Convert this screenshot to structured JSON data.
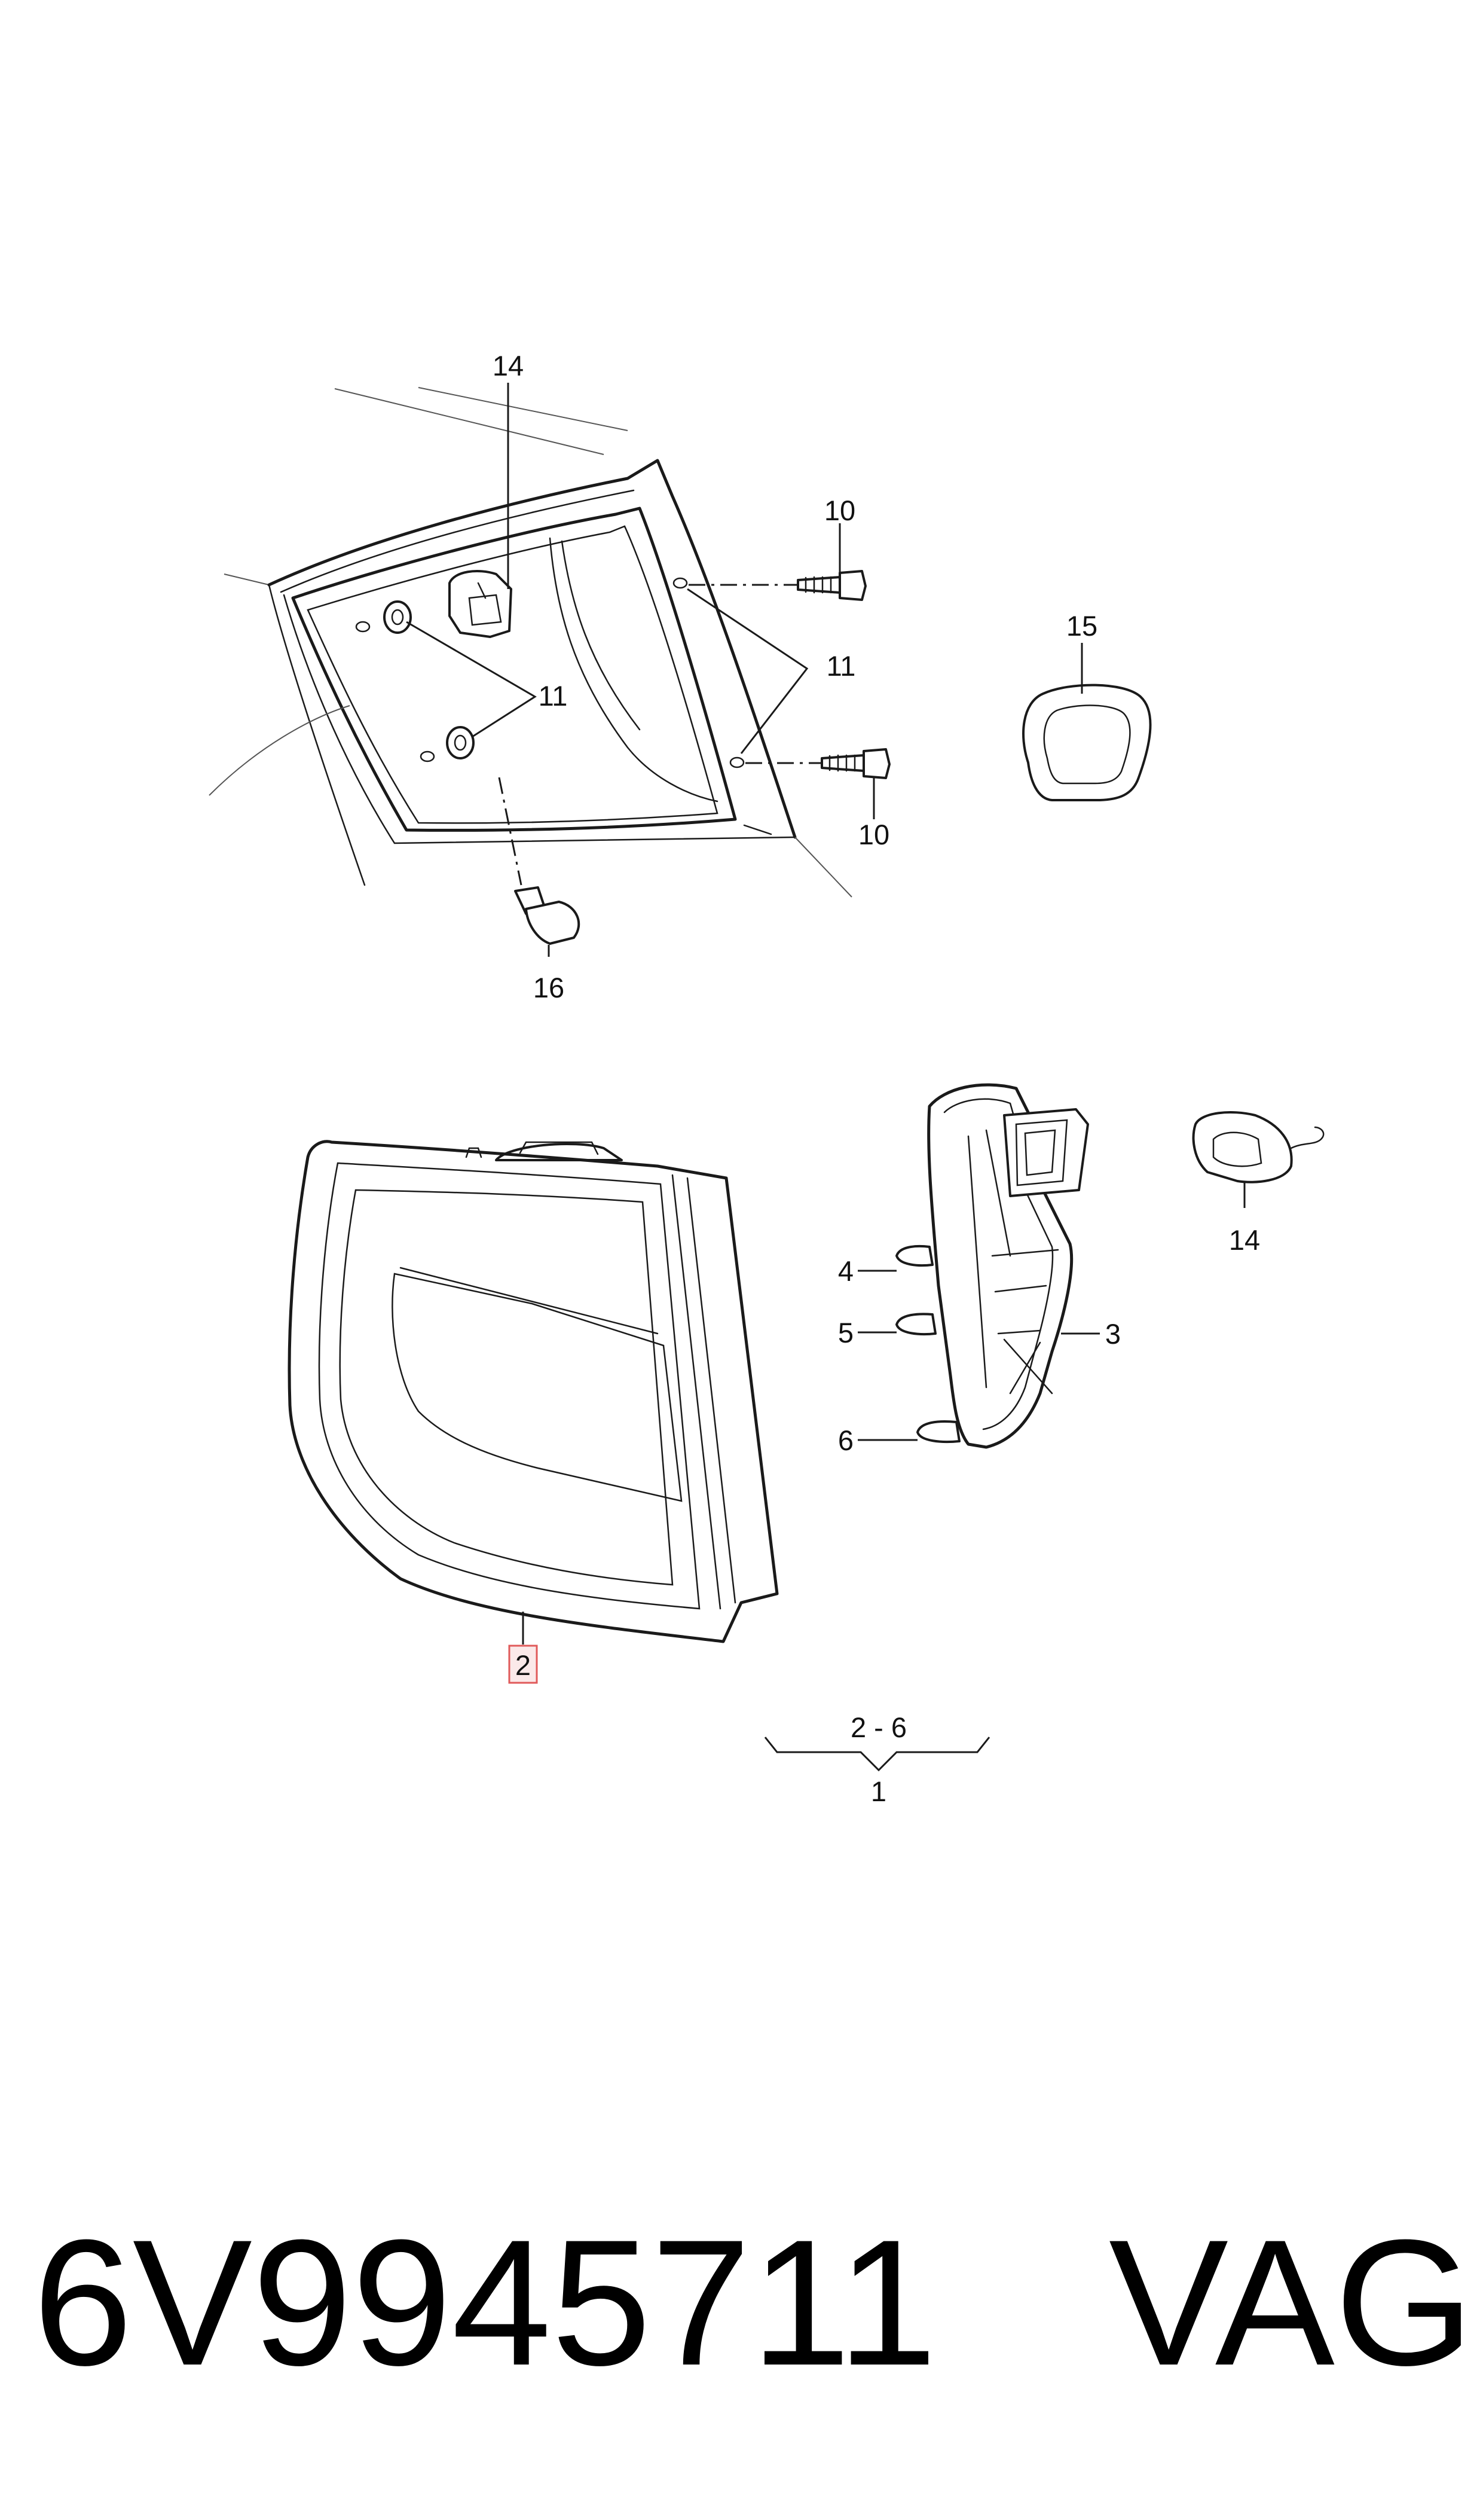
{
  "diagram": {
    "callouts": {
      "c14_top": "14",
      "c10_top": "10",
      "c11_right": "11",
      "c11_left": "11",
      "c10_bottom": "10",
      "c15": "15",
      "c16": "16",
      "c14_right": "14",
      "c4": "4",
      "c5": "5",
      "c3": "3",
      "c6": "6",
      "c2": "2",
      "range": "2 - 6",
      "c1": "1"
    },
    "highlight_color": "#e05a5a"
  },
  "footer": {
    "part_number": "6V9945711",
    "brand": "VAG"
  }
}
